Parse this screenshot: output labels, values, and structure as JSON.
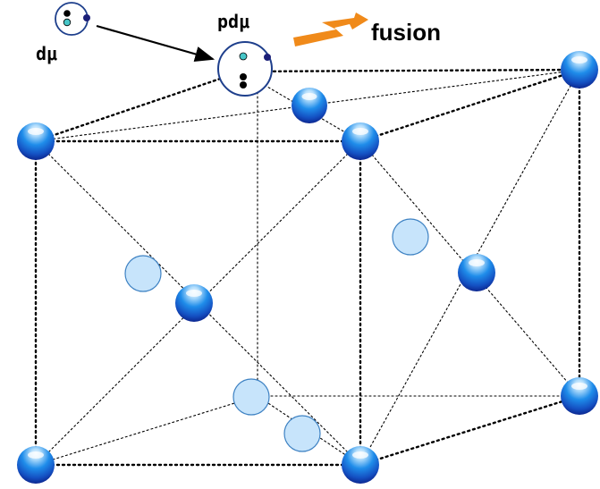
{
  "labels": {
    "d_mu": "dμ",
    "pd_mu": "pdμ",
    "fusion": "fusion"
  },
  "colors": {
    "sphere_highlight": "#e6f5ff",
    "sphere_mid": "#1f8dea",
    "sphere_dark": "#0b1f86",
    "vacancy_fill": "#c7e4fb",
    "vacancy_stroke": "#3e82c3",
    "edge_line": "#000000",
    "molecule_outline": "#1e3f8c",
    "deuteron_core": "#000000",
    "proton_core": "#47c6c8",
    "muon": "#1b1f78",
    "fusion_arrow": "#f08a1a",
    "arrow": "#000000"
  },
  "icons": {
    "fusion_icon": "lightning-arrow-icon",
    "transfer_arrow": "arrow-icon"
  }
}
